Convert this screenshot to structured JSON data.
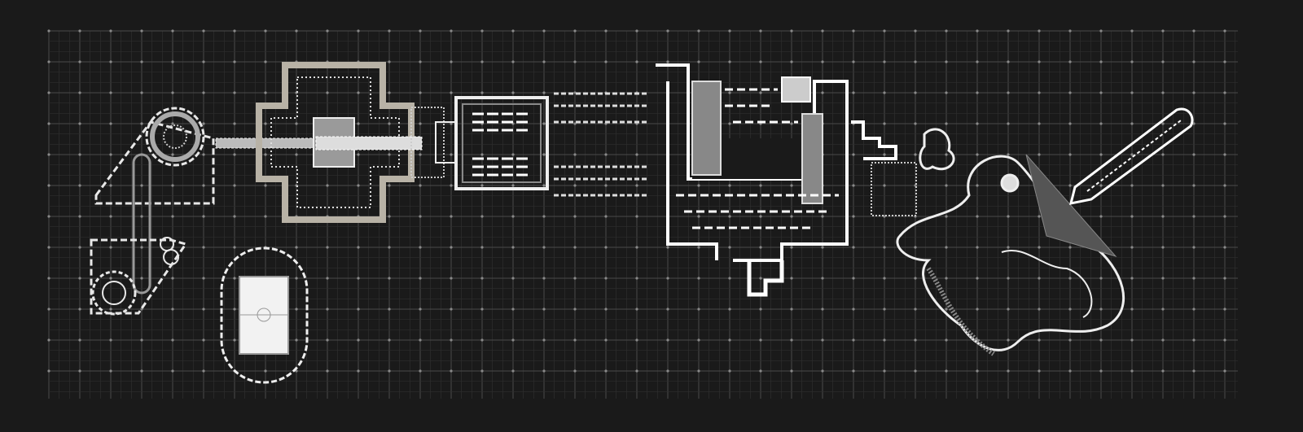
{
  "colors": {
    "background": "#1a1a1a",
    "grid_minor": "#2e2e2e",
    "grid_major": "#4a4a4a",
    "plan_white": "#f2f2f2",
    "plan_stone": "#b8b2a6",
    "plan_gray": "#8a8a8a"
  },
  "plans": [
    {
      "name": "rotunda-cluster"
    },
    {
      "name": "cruciform-temple"
    },
    {
      "name": "square-hall"
    },
    {
      "name": "colonnade-rows"
    },
    {
      "name": "labyrinth-palace"
    },
    {
      "name": "stepped-wall"
    },
    {
      "name": "sports-arena"
    },
    {
      "name": "organic-park"
    },
    {
      "name": "tower-pier"
    }
  ]
}
